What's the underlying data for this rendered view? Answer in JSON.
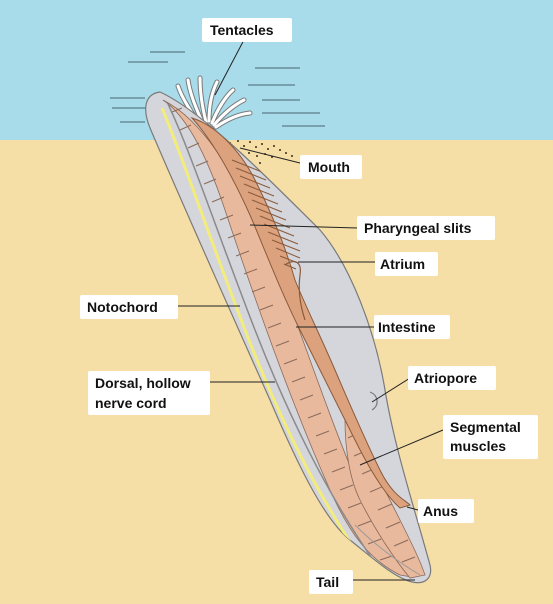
{
  "labels": {
    "tentacles": "Tentacles",
    "mouth": "Mouth",
    "pharyngeal_slits": "Pharyngeal slits",
    "atrium": "Atrium",
    "notochord": "Notochord",
    "intestine": "Intestine",
    "dorsal_line1": "Dorsal, hollow",
    "dorsal_line2": "nerve cord",
    "atriopore": "Atriopore",
    "segmental_line1": "Segmental",
    "segmental_line2": "muscles",
    "anus": "Anus",
    "tail": "Tail"
  },
  "colors": {
    "water": "#a8dcea",
    "sand": "#f5dfa6",
    "body_outline": "#d4d6dc",
    "organ": "#dca27e",
    "muscle": "#e9b99d",
    "nerve_cord": "#f3ec7a",
    "label_box": "#ffffff"
  }
}
